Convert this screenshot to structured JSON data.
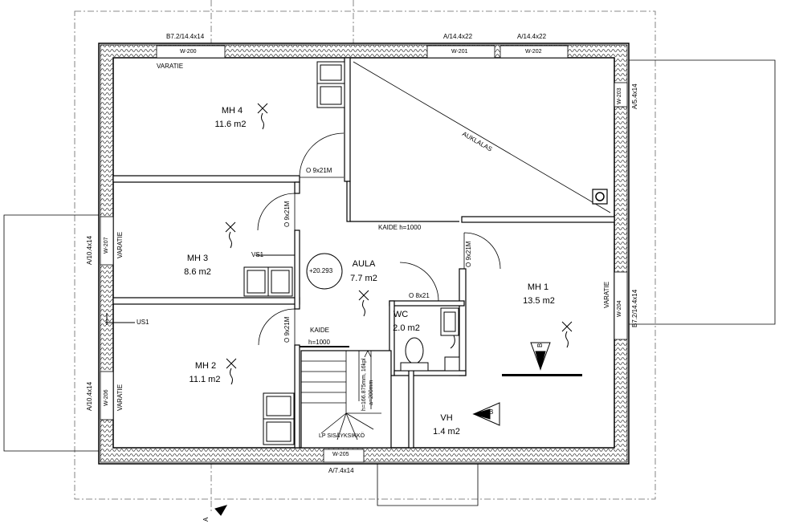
{
  "rooms": [
    {
      "name": "MH 4",
      "area": "11.6 m2"
    },
    {
      "name": "MH 3",
      "area": "8.6 m2"
    },
    {
      "name": "MH 2",
      "area": "11.1 m2"
    },
    {
      "name": "AULA",
      "area": "7.7 m2"
    },
    {
      "name": "WC",
      "area": "2.0 m2"
    },
    {
      "name": "MH 1",
      "area": "13.5 m2"
    },
    {
      "name": "VH",
      "area": "1.4 m2"
    }
  ],
  "windows": {
    "w200": "W-200",
    "w200_size": "B7.2/14.4x14",
    "w201": "W-201",
    "w201_size": "A/14.4x22",
    "w202": "W-202",
    "w202_size": "A/14.4x22",
    "w203": "W-203",
    "w203_size": "A/5.4x14",
    "w204": "W-204",
    "w204_size": "B7.2/14.4x14",
    "w205": "W-205",
    "w205_size": "A/7.4x14",
    "w206": "W-206",
    "w206_size": "A/10.4x14",
    "w207": "W-207",
    "w207_size": "A/10.4x14"
  },
  "doors": {
    "mh4": "O 9x21M",
    "mh3": "O 9x21M",
    "mh2": "O 9x21M",
    "mh1": "O 9x21M",
    "wc": "O 8x21"
  },
  "labels": {
    "auklalas": "AUKLALAS",
    "kaide_top": "KAIDE h=1000",
    "kaide": "KAIDE",
    "kaide_h": "h=1000",
    "varatie": "VARATIE",
    "vs1": "VS1",
    "us1": "US1",
    "level": "+20.293",
    "stair_note": "LP SISÄYKSIKKÖ",
    "stair_dims": "h=166.875mm, 16kpl",
    "stair_dims2": "a=200mm",
    "section_b": "B",
    "section_a": "A"
  }
}
